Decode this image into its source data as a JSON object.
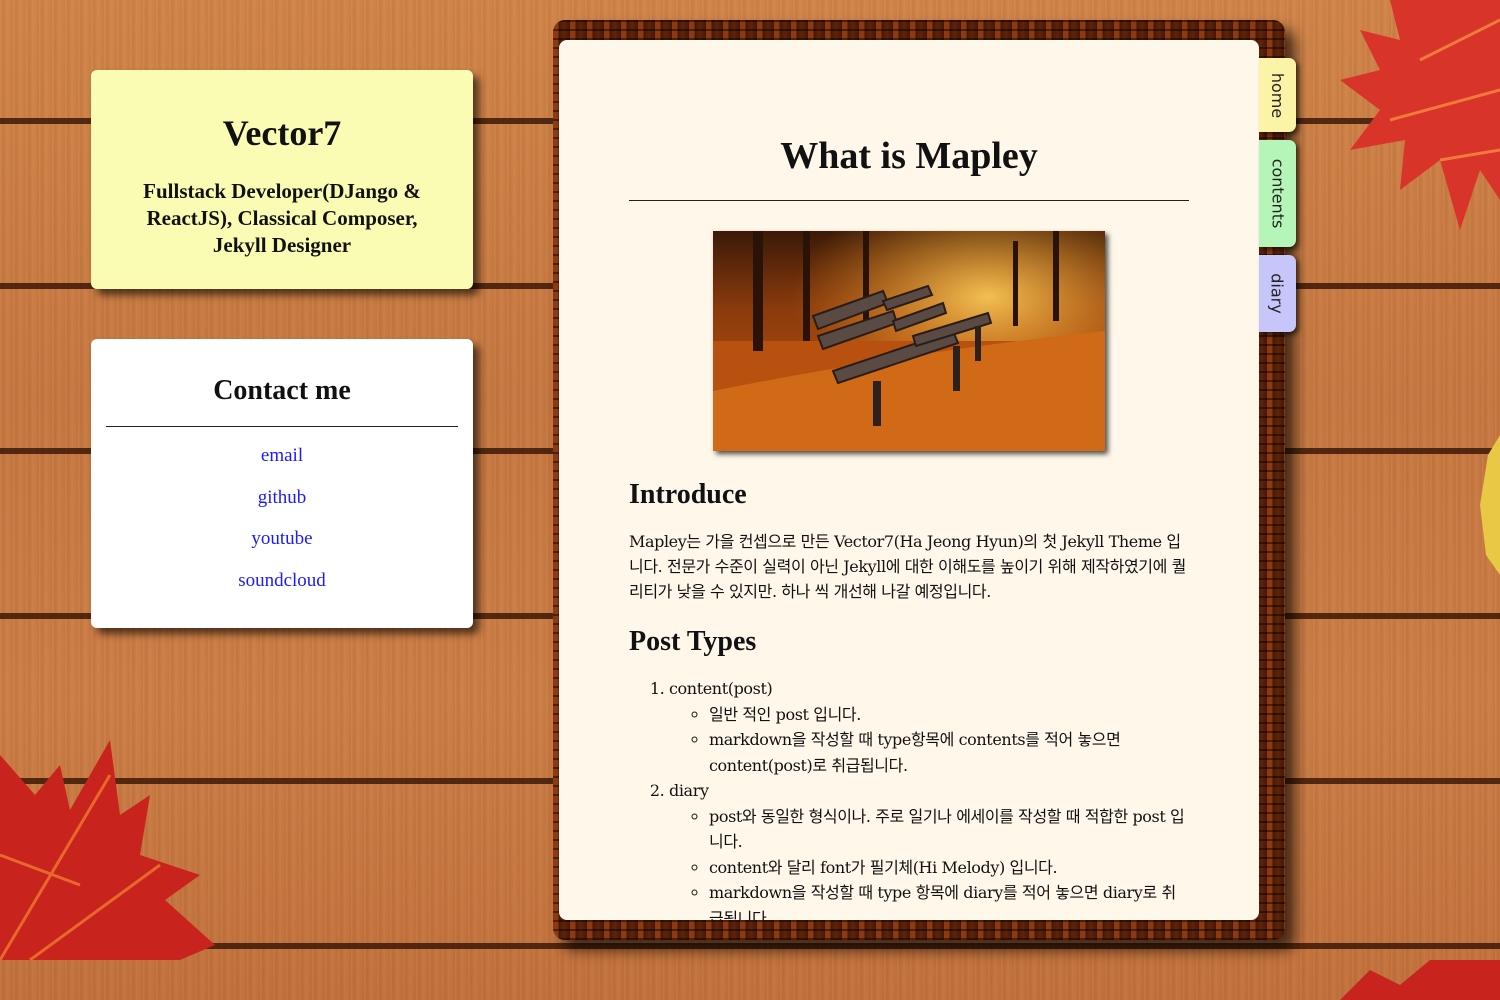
{
  "profile": {
    "name": "Vector7",
    "tagline": "Fullstack Developer(DJango & ReactJS), Classical Composer, Jekyll Designer"
  },
  "contact": {
    "title": "Contact me",
    "links": [
      {
        "label": "email"
      },
      {
        "label": "github"
      },
      {
        "label": "youtube"
      },
      {
        "label": "soundcloud"
      }
    ]
  },
  "tabs": [
    {
      "label": "home",
      "color": "#fbf3a6"
    },
    {
      "label": "contents",
      "color": "#b5f5b8"
    },
    {
      "label": "diary",
      "color": "#c6c6fa"
    }
  ],
  "article": {
    "title": "What is Mapley",
    "hero_image": "autumn-park-bench-photo",
    "sections": [
      {
        "heading": "Introduce",
        "text": "Mapley는 가을 컨셉으로 만든 Vector7(Ha Jeong Hyun)의 첫 Jekyll Theme 입니다. 전문가 수준이 실력이 아닌 Jekyll에 대한 이해도를 높이기 위해 제작하였기에 퀄리티가 낮을 수 있지만. 하나 씩 개선해 나갈 예정입니다."
      },
      {
        "heading": "Post Types",
        "items": [
          {
            "label": "content(post)",
            "sub": [
              "일반 적인 post 입니다.",
              "markdown을 작성할 때 type항목에 contents를 적어 놓으면 content(post)로 취급됩니다."
            ]
          },
          {
            "label": "diary",
            "sub": [
              "post와 동일한 형식이나. 주로 일기나 에세이를 작성할 때 적합한 post 입니다.",
              "content와 달리 font가 필기체(Hi Melody) 입니다.",
              "markdown을 작성할 때 type 항목에 diary를 적어 놓으면 diary로 취급됩니다."
            ]
          }
        ]
      }
    ]
  },
  "colors": {
    "wood": "#c9763f",
    "profile_card": "#fbfcb4",
    "paper": "#fff8ea",
    "link": "#1a1aff"
  }
}
